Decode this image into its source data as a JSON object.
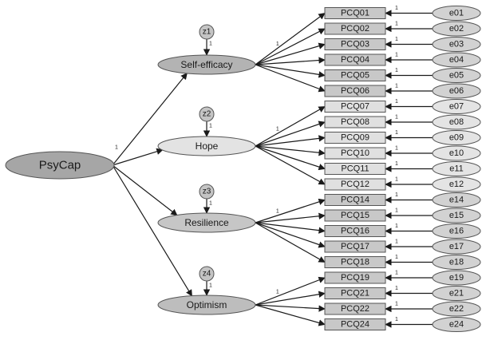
{
  "diagram": {
    "root": {
      "label": "PsyCap",
      "color": "#a6a6a6"
    },
    "root_path_label": "1",
    "factors": [
      {
        "label": "Self-efficacy",
        "color": "#b3b3b3",
        "disturbance": "z1",
        "disturbance_path_label": "1",
        "loading_label": "1",
        "indicators": [
          {
            "label": "PCQ01",
            "error": "e01",
            "error_path_label": "1"
          },
          {
            "label": "PCQ02",
            "error": "e02",
            "error_path_label": "1"
          },
          {
            "label": "PCQ03",
            "error": "e03",
            "error_path_label": "1"
          },
          {
            "label": "PCQ04",
            "error": "e04",
            "error_path_label": "1"
          },
          {
            "label": "PCQ05",
            "error": "e05",
            "error_path_label": "1"
          },
          {
            "label": "PCQ06",
            "error": "e06",
            "error_path_label": "1"
          }
        ]
      },
      {
        "label": "Hope",
        "color": "#e3e3e3",
        "disturbance": "z2",
        "disturbance_path_label": "1",
        "loading_label": "1",
        "indicators": [
          {
            "label": "PCQ07",
            "error": "e07",
            "error_path_label": "1"
          },
          {
            "label": "PCQ08",
            "error": "e08",
            "error_path_label": "1"
          },
          {
            "label": "PCQ09",
            "error": "e09",
            "error_path_label": "1"
          },
          {
            "label": "PCQ10",
            "error": "e10",
            "error_path_label": "1"
          },
          {
            "label": "PCQ11",
            "error": "e11",
            "error_path_label": "1"
          },
          {
            "label": "PCQ12",
            "error": "e12",
            "error_path_label": "1"
          }
        ]
      },
      {
        "label": "Resilience",
        "color": "#c6c6c6",
        "disturbance": "z3",
        "disturbance_path_label": "1",
        "loading_label": "1",
        "indicators": [
          {
            "label": "PCQ14",
            "error": "e14",
            "error_path_label": "1"
          },
          {
            "label": "PCQ15",
            "error": "e15",
            "error_path_label": "1"
          },
          {
            "label": "PCQ16",
            "error": "e16",
            "error_path_label": "1"
          },
          {
            "label": "PCQ17",
            "error": "e17",
            "error_path_label": "1"
          },
          {
            "label": "PCQ18",
            "error": "e18",
            "error_path_label": "1"
          }
        ]
      },
      {
        "label": "Optimism",
        "color": "#bdbdbd",
        "disturbance": "z4",
        "disturbance_path_label": "1",
        "loading_label": "1",
        "indicators": [
          {
            "label": "PCQ19",
            "error": "e19",
            "error_path_label": "1"
          },
          {
            "label": "PCQ21",
            "error": "e21",
            "error_path_label": "1"
          },
          {
            "label": "PCQ22",
            "error": "e22",
            "error_path_label": "1"
          },
          {
            "label": "PCQ24",
            "error": "e24",
            "error_path_label": "1"
          }
        ]
      }
    ]
  }
}
